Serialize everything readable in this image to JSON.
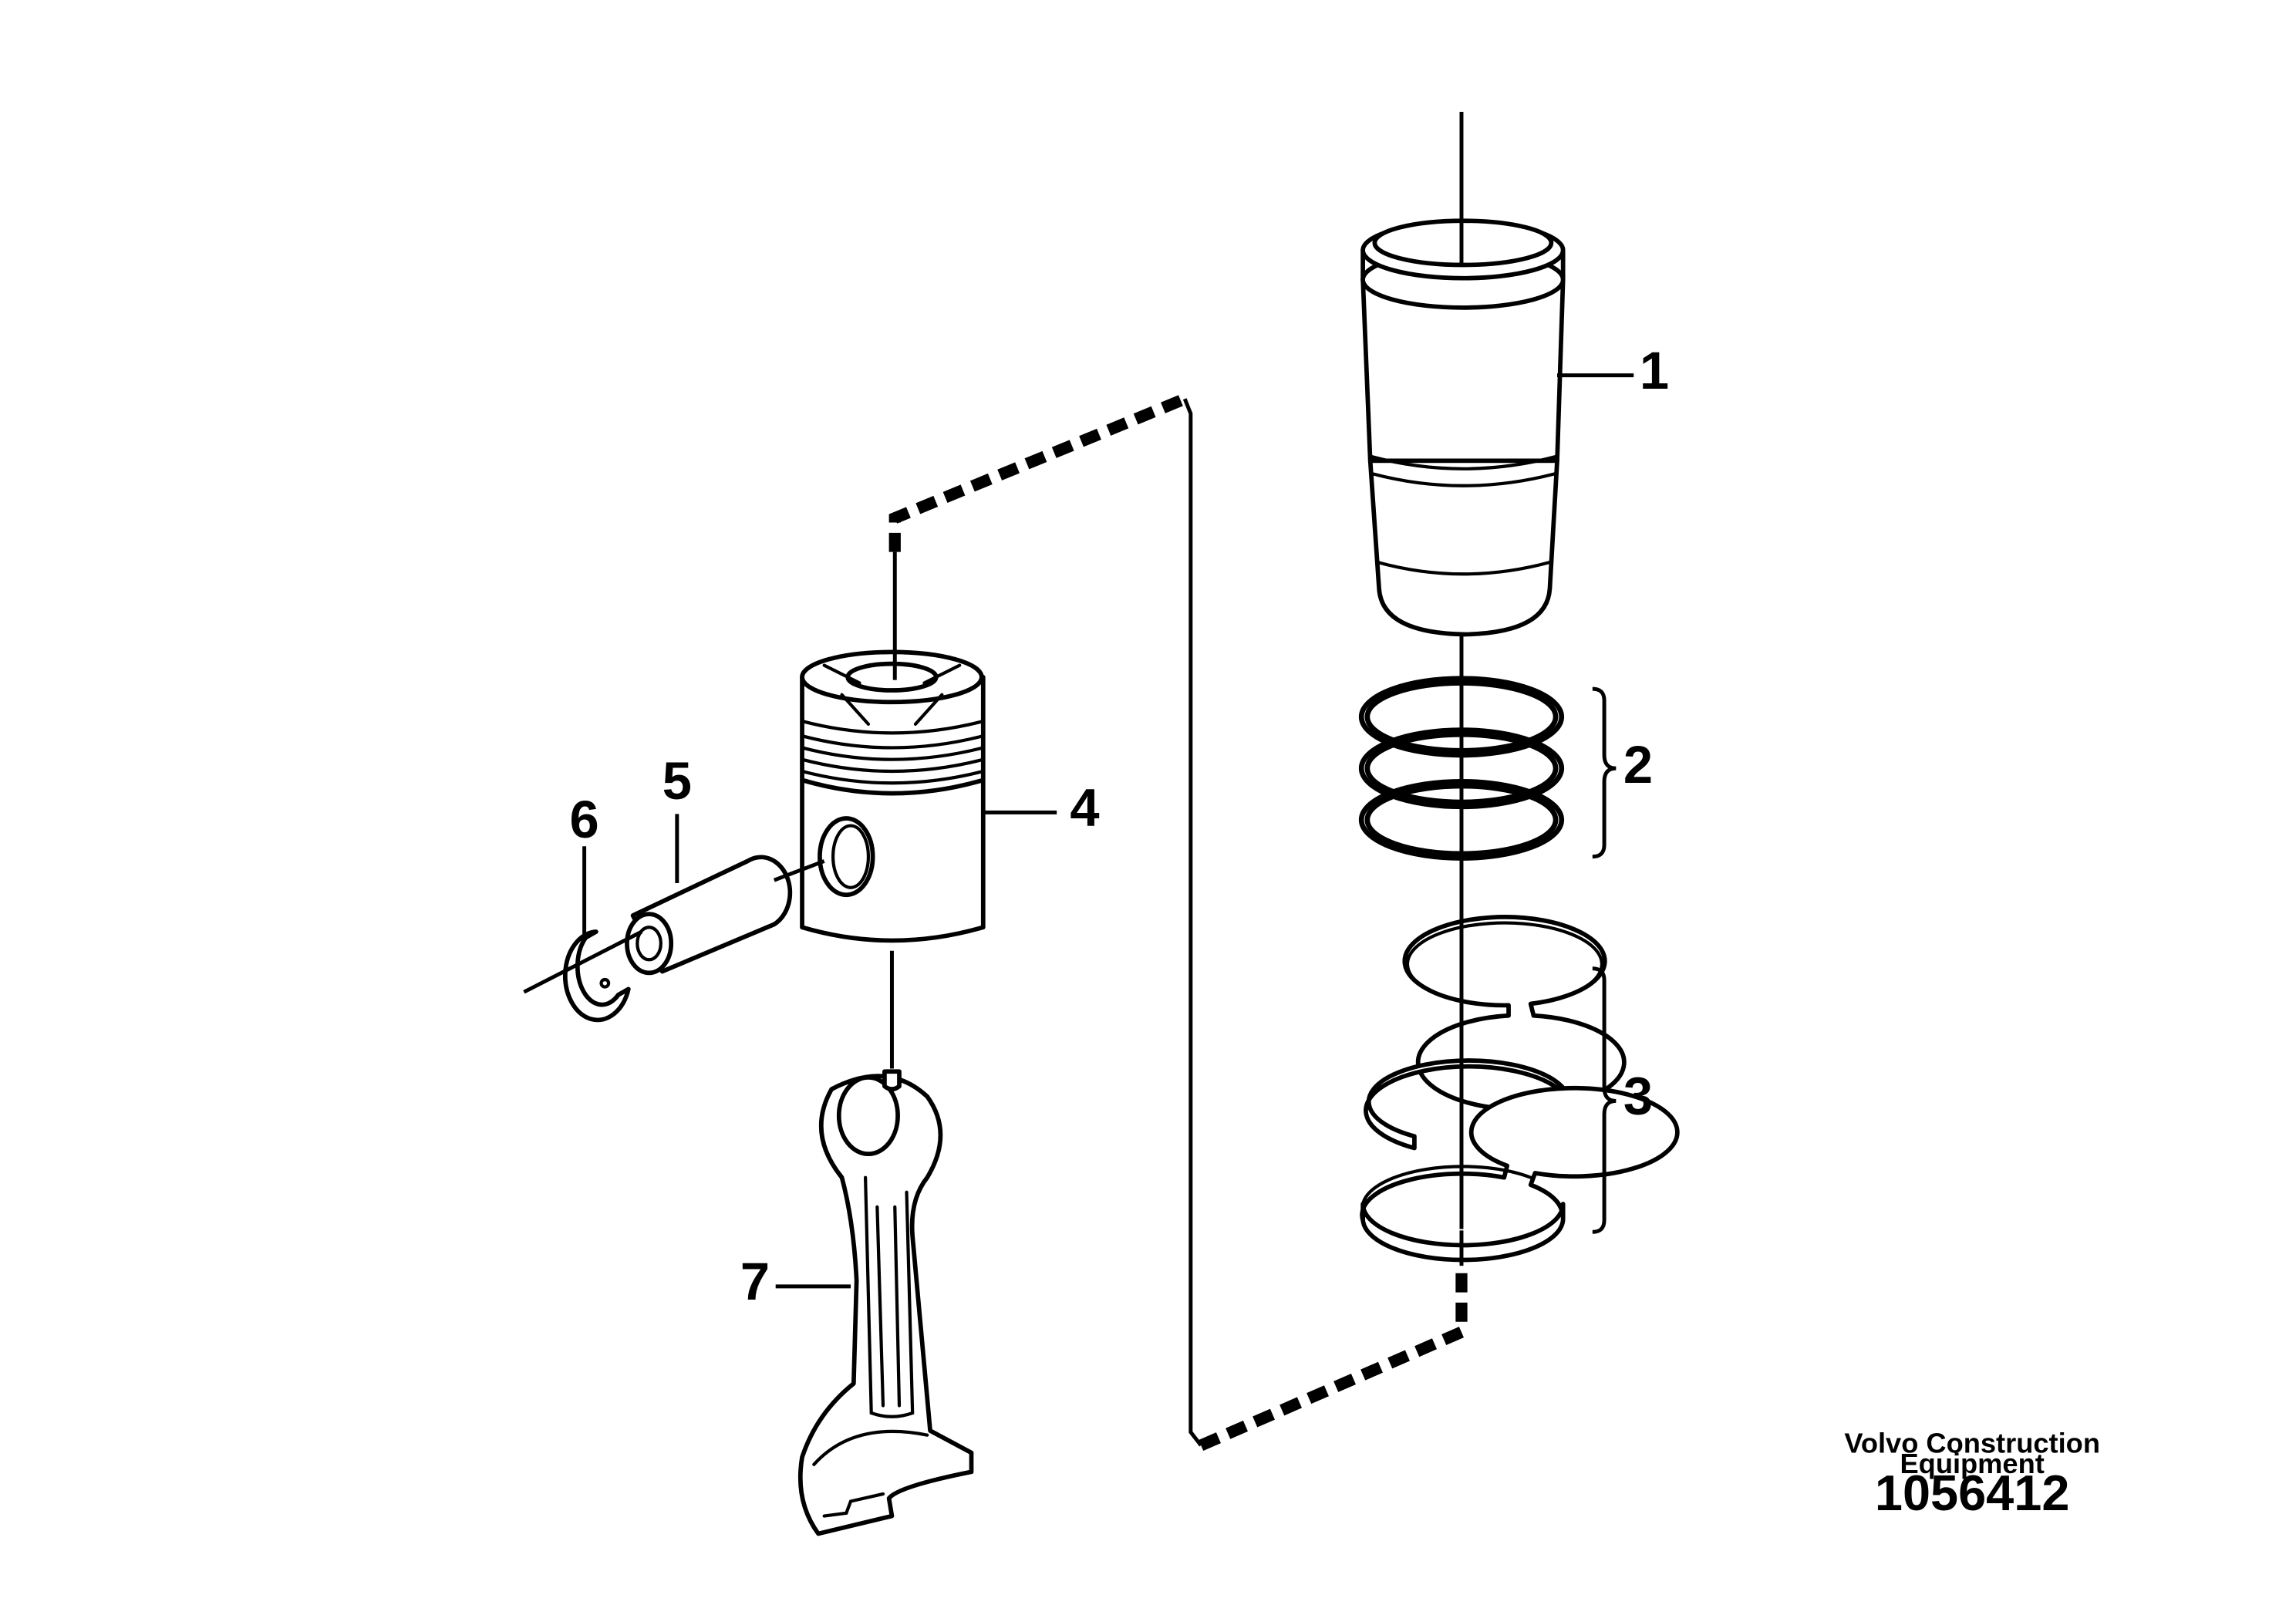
{
  "diagram": {
    "callouts": [
      "1",
      "2",
      "3",
      "4",
      "5",
      "6",
      "7"
    ],
    "brand_line1": "Volvo Construction",
    "brand_line2": "Equipment",
    "document_number": "1056412"
  }
}
